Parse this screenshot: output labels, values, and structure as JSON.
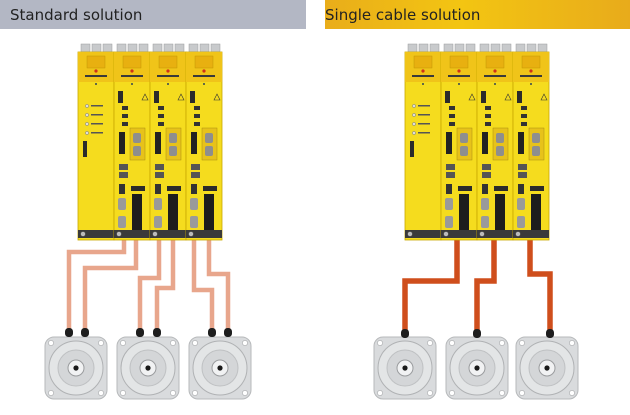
{
  "panels": [
    {
      "title": "Standard solution",
      "drives": 4,
      "motors": 3,
      "cables_per_motor": 2,
      "cable_color": "#e8a68c",
      "header_color": "#b3b7c4"
    },
    {
      "title": "Single cable solution",
      "drives": 4,
      "motors": 3,
      "cables_per_motor": 1,
      "cable_color": "#cf4e1c",
      "header_color": "#f0bd16"
    }
  ],
  "colors": {
    "drive_yellow": "#f5dc1e",
    "drive_top": "#f0c419",
    "motor_gray": "#d9dbdd",
    "connector": "#1e1e1e"
  }
}
